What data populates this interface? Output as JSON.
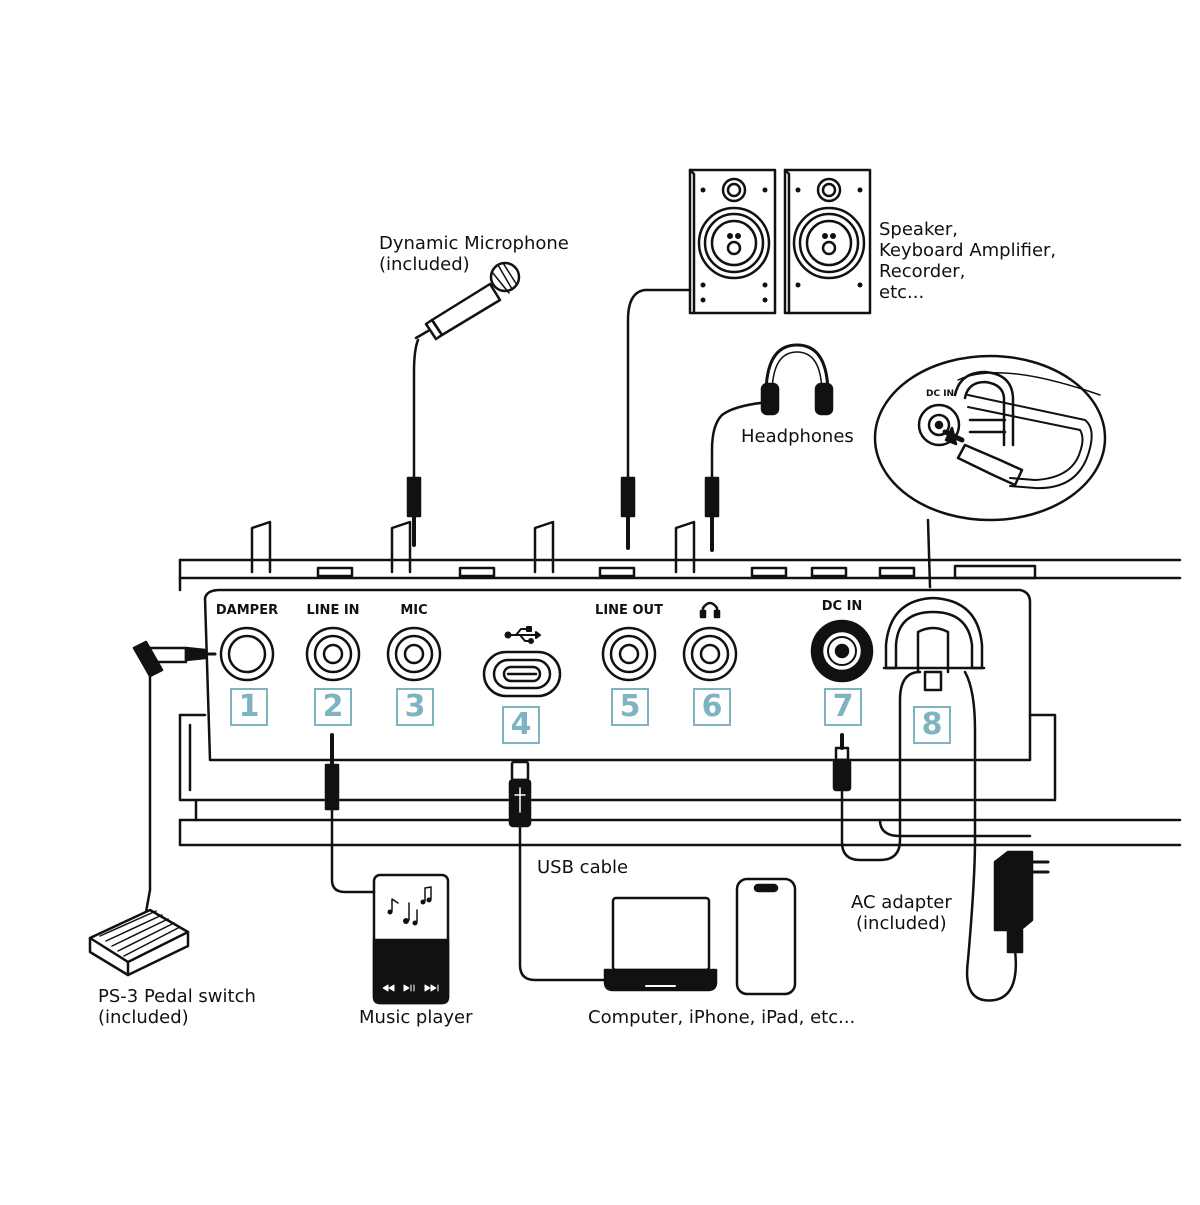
{
  "labels": {
    "microphone": [
      "Dynamic Microphone",
      "(included)"
    ],
    "speaker": [
      "Speaker,",
      "Keyboard Amplifier,",
      "Recorder,",
      "etc..."
    ],
    "headphones": [
      "Headphones"
    ],
    "usb_cable": [
      "USB cable"
    ],
    "ac_adapter": [
      "AC adapter",
      "(included)"
    ],
    "pedal": [
      "PS-3 Pedal switch",
      "(included)"
    ],
    "music_player": [
      "Music player"
    ],
    "computer": [
      "Computer, iPhone, iPad, etc..."
    ]
  },
  "panel": {
    "damper": "DAMPER",
    "line_in": "LINE IN",
    "mic": "MIC",
    "line_out": "LINE OUT",
    "dc_in": "DC IN",
    "inset_dc_in": "DC IN"
  },
  "numbers": [
    "1",
    "2",
    "3",
    "4",
    "5",
    "6",
    "7",
    "8"
  ],
  "colors": {
    "number_accent": "#7fb3c2",
    "line": "#111111"
  }
}
